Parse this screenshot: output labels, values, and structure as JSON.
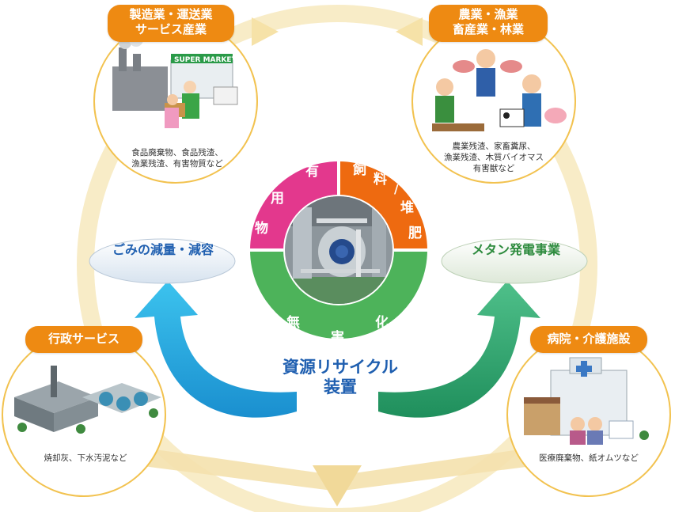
{
  "sectors": {
    "manufacturing": {
      "title_lines": [
        "製造業・運送業",
        "サービス産業"
      ],
      "waste_lines": [
        "食品廃棄物、食品残渣、",
        "漁業残渣、有害物質など"
      ]
    },
    "agriculture": {
      "title_lines": [
        "農業・漁業",
        "畜産業・林業"
      ],
      "waste_lines": [
        "農業残渣、家畜糞尿、",
        "漁業残渣、木質バイオマス",
        "有害獣など"
      ]
    },
    "government": {
      "title_lines": [
        "行政サービス"
      ],
      "waste_lines": [
        "焼却灰、下水汚泥など"
      ]
    },
    "hospital": {
      "title_lines": [
        "病院・介護施設"
      ],
      "waste_lines": [
        "医療廃棄物、紙オムツなど"
      ]
    }
  },
  "ring": {
    "useful_chars": [
      "有",
      "用",
      "物"
    ],
    "feed_chars": [
      "飼",
      "料",
      "/",
      "堆",
      "肥"
    ],
    "harmless_chars": [
      "無",
      "害",
      "化"
    ]
  },
  "outcomes": {
    "left": "ごみの減量・減容",
    "right": "メタン発電事業"
  },
  "center": {
    "title_lines": [
      "資源リサイクル",
      "装置"
    ]
  },
  "colors": {
    "pill": "#ee8a12",
    "ring_magenta": "#e3388d",
    "ring_orange": "#ee6a10",
    "ring_green": "#4db35a",
    "arrow_blue": "#16a6d8",
    "arrow_green": "#2ba76a",
    "title_blue": "#1f5fb0",
    "cycle_beige": "#f6e6b4"
  }
}
